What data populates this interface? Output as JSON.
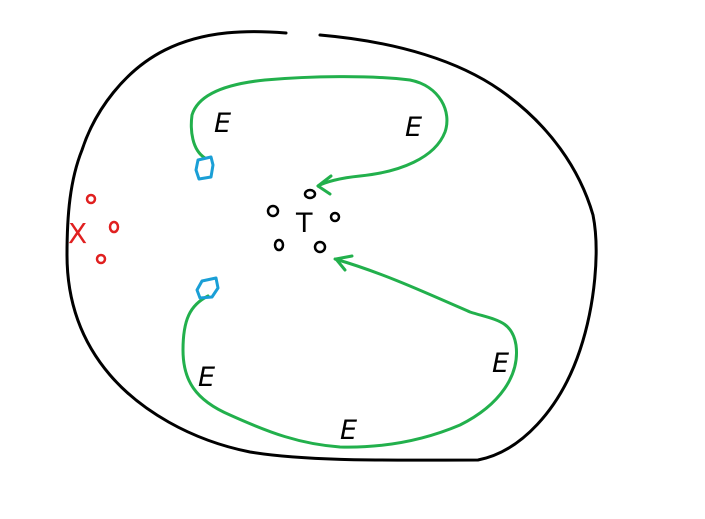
{
  "colors": {
    "boundary": "#000000",
    "path": "#22b04c",
    "entrance": "#1a9fd6",
    "red": "#e02020",
    "background": "#ffffff"
  },
  "labels": {
    "center": "T",
    "left_marker": "X",
    "upper_path_left": "E",
    "upper_path_right": "E",
    "lower_path_left": "E",
    "lower_path_bottom": "E",
    "lower_path_right": "E"
  }
}
